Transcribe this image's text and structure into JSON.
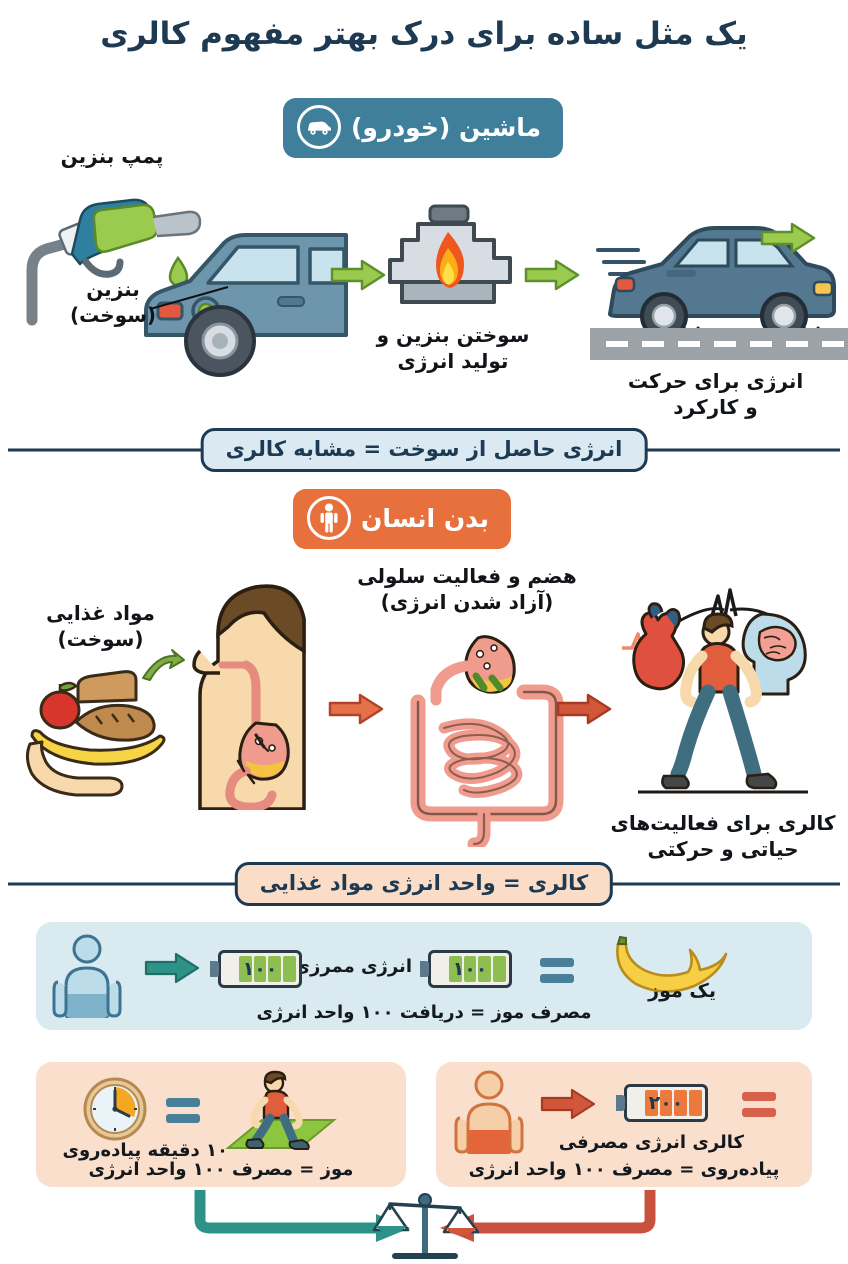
{
  "title": "یک مثل ساده برای درک بهتر مفهوم کالری",
  "colors": {
    "title": "#1d3a52",
    "car_badge": "#3f7f9c",
    "human_badge": "#e8703c",
    "banner_blue_fill": "#dbeaf2",
    "banner_peach_fill": "#fbddc7",
    "panel_blue": "#d9eaf1",
    "panel_peach": "#fbdfcd",
    "arrow_green": "#8ebe52",
    "arrow_orange": "#e06a46",
    "arrow_teal": "#2e9289",
    "arrow_red": "#c8503c",
    "battery_green": "#8ebe52",
    "battery_orange": "#ec7a3c"
  },
  "car_section": {
    "badge_label": "ماشین (خودرو)",
    "badge_icon": "car-icon",
    "pump_label": "پمپ بنزین",
    "fuel_label": "بنزین\n(سوخت)",
    "engine_label": "سوختن بنزین و\nتولید انرژی",
    "motion_label": "انرژی برای حرکت\nو کارکرد"
  },
  "divider_1": "انرژی حاصل از سوخت = مشابه کالری",
  "human_section": {
    "badge_label": "بدن انسان",
    "badge_icon": "person-icon",
    "food_label": "مواد غذایی\n(سوخت)",
    "digestion_label": "هضم و فعالیت سلولی\n(آزاد شدن انرژی)",
    "activity_label": "کالری برای فعالیت‌های\nحیاتی و حرکتی"
  },
  "divider_2": "کالری = واحد انرژی مواد غذایی",
  "panels": {
    "banana": {
      "item_label": "یک موز",
      "item_icon": "banana-icon",
      "equals_icon": "equals-icon",
      "battery_value": "۱۰۰",
      "battery_filled_cells": 4,
      "battery_total_cells": 5,
      "energy_label": "انرژی ممرزی",
      "battery_value_2": "۱۰۰",
      "arrow_icon": "arrow-right-icon",
      "person_icon": "person-torso-icon",
      "caption": "مصرف موز =  دریافت ۱۰۰ واحد انرژی"
    },
    "walk": {
      "item_icon": "walking-person-icon",
      "equals_icon": "equals-icon",
      "clock_icon": "clock-icon",
      "duration_label": "۱۰ دقیقه پیاده‌روی",
      "caption": "موز = مصرف ۱۰۰ واحد انرژی"
    },
    "burn": {
      "equals_icon": "equals-icon",
      "battery_value": "۲۰۰",
      "battery_filled_cells": 4,
      "battery_total_cells": 5,
      "energy_label": "کالری انرژی مصرفی",
      "arrow_icon": "arrow-right-icon",
      "person_icon": "person-torso-icon",
      "caption": "پیاده‌روی = مصرف ۱۰۰ واحد انرژی"
    }
  },
  "footer": {
    "balance_icon": "balance-scale-icon",
    "left_arrow_icon": "arrow-right-teal-icon",
    "right_arrow_icon": "arrow-left-red-icon"
  }
}
